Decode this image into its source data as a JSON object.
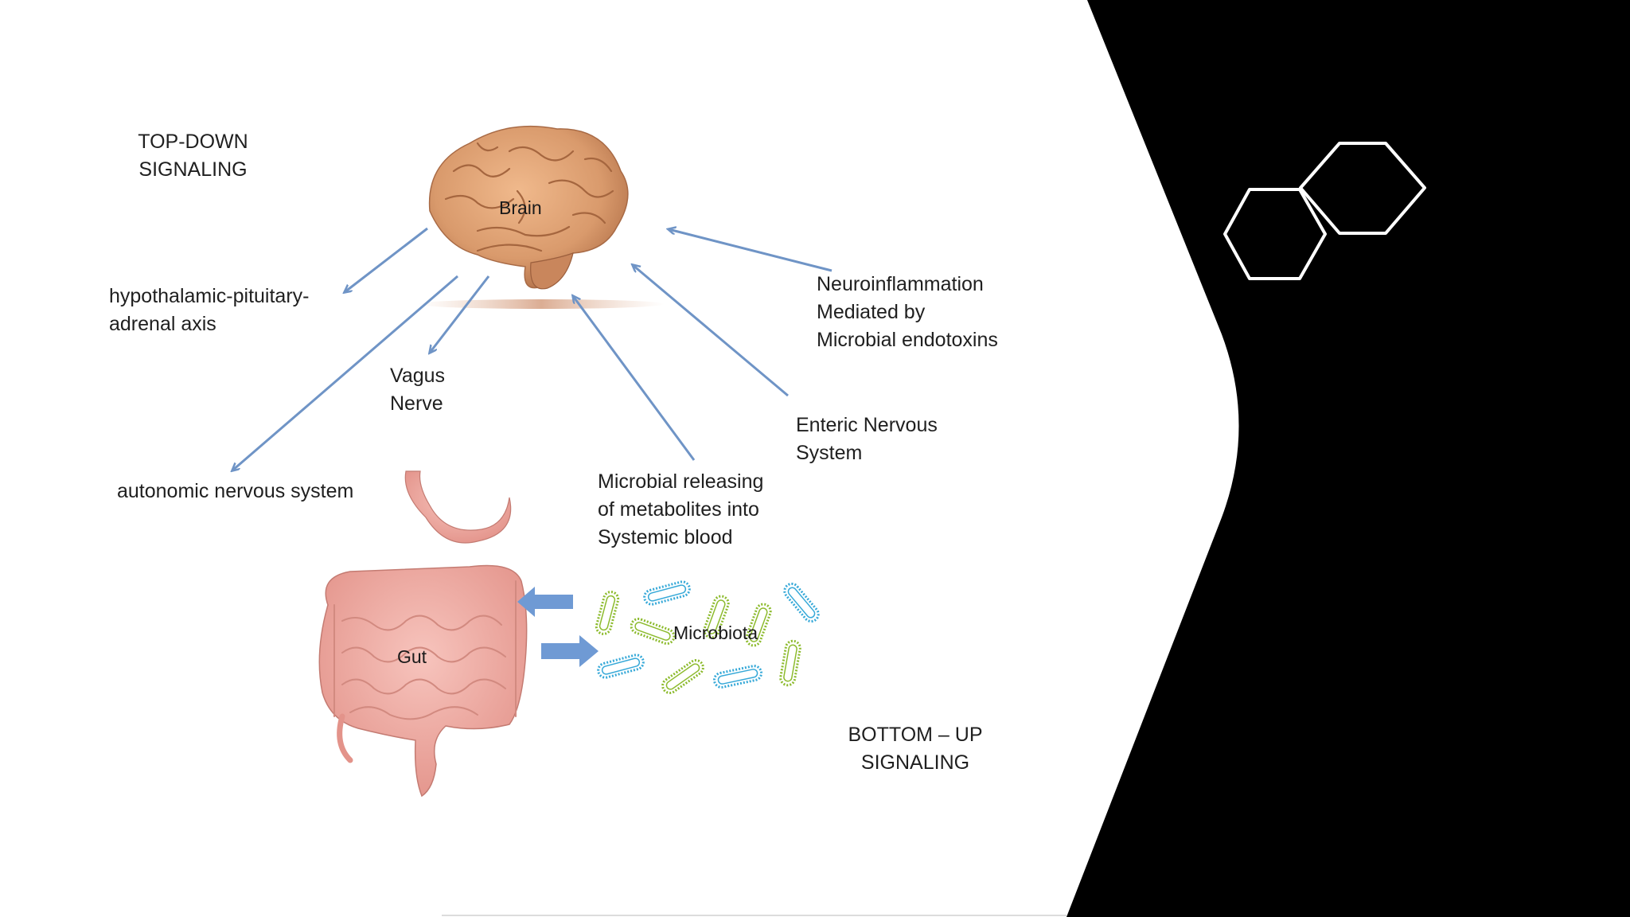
{
  "labels": {
    "top_down": [
      "TOP-DOWN",
      "SIGNALING"
    ],
    "brain": "Brain",
    "hpa": [
      "hypothalamic-pituitary-",
      "adrenal axis"
    ],
    "vagus": [
      "Vagus",
      "Nerve"
    ],
    "ans": "autonomic nervous system",
    "neuroinflammation": [
      "Neuroinflammation",
      "Mediated by",
      "Microbial endotoxins"
    ],
    "enteric": [
      "Enteric Nervous",
      "System"
    ],
    "metabolites": [
      "Microbial releasing",
      "of metabolites into",
      "Systemic blood"
    ],
    "gut": "Gut",
    "microbiota": "Microbiota",
    "bottom_up": [
      "BOTTOM – UP",
      "SIGNALING"
    ]
  },
  "colors": {
    "arrow": "#6f94c6",
    "brain": "#d99a6c",
    "gut": "#eeaaa2",
    "microbe_green": "#8dbb2e",
    "microbe_blue": "#37a9d8",
    "dark_panel": "#000000",
    "hexagon_stroke": "#ffffff"
  },
  "decorations": [
    "hexagon-outline-icon",
    "hexagon-outline-icon"
  ]
}
